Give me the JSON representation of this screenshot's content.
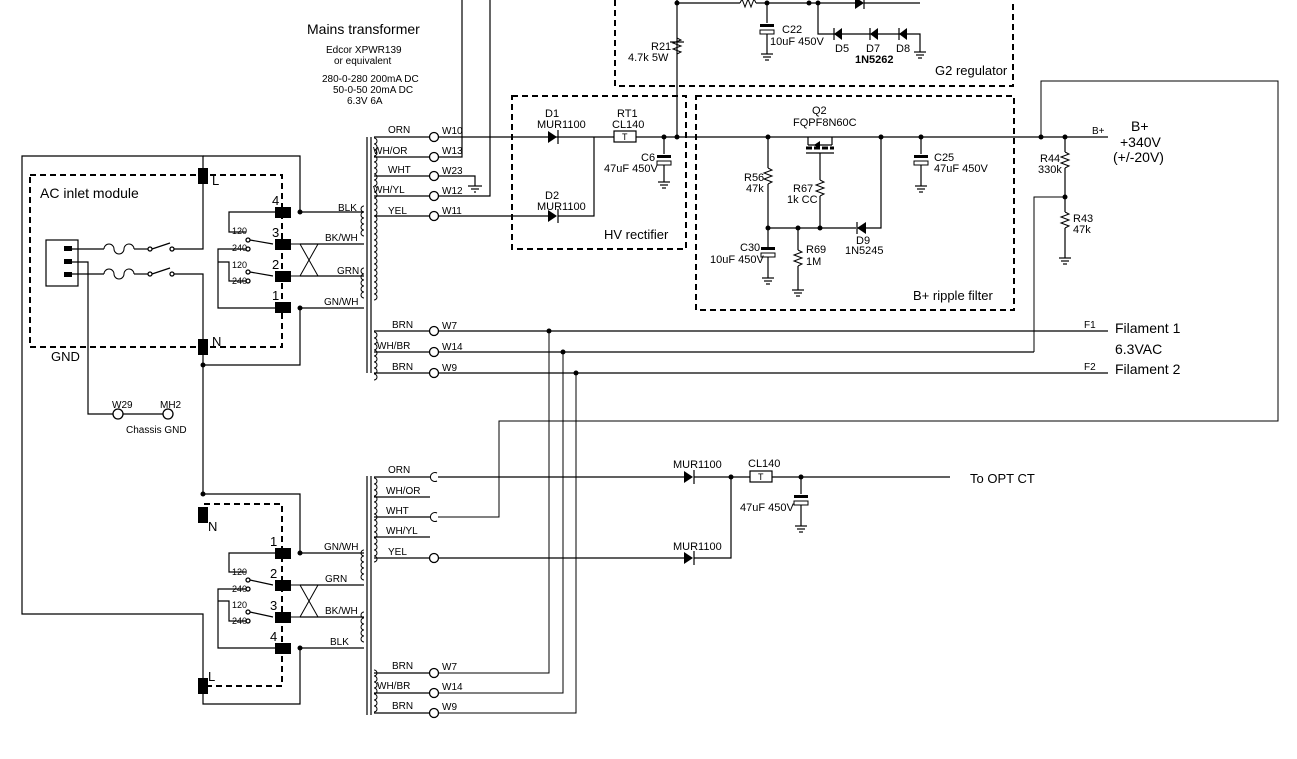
{
  "transformer": {
    "title": "Mains transformer",
    "model": "Edcor XPWR139",
    "equiv": "or equivalent",
    "spec1": "280-0-280 200mA DC",
    "spec2": "50-0-50 20mA DC",
    "spec3": "6.3V 6A"
  },
  "blocks": {
    "ac_inlet": "AC inlet module",
    "hv_rectifier": "HV rectifier",
    "g2_regulator": "G2 regulator",
    "ripple_filter": "B+ ripple filter"
  },
  "inlet": {
    "l": "L",
    "n": "N",
    "gnd": "GND",
    "w29": "W29",
    "mh2": "MH2",
    "chassis_gnd": "Chassis GND",
    "v120": "120",
    "v240": "240",
    "p1": "1",
    "p2": "2",
    "p3": "3",
    "p4": "4"
  },
  "wires": {
    "orn": "ORN",
    "wh_or": "WH/OR",
    "wht": "WHT",
    "wh_yl": "WH/YL",
    "yel": "YEL",
    "blk": "BLK",
    "bk_wh": "BK/WH",
    "grn": "GRN",
    "gn_wh": "GN/WH",
    "brn": "BRN",
    "wh_br": "WH/BR",
    "w10": "W10",
    "w13": "W13",
    "w23": "W23",
    "w12": "W12",
    "w11": "W11",
    "w7": "W7",
    "w14": "W14",
    "w9": "W9"
  },
  "parts": {
    "d1": "D1",
    "d1v": "MUR1100",
    "d2": "D2",
    "d2v": "MUR1100",
    "rt1": "RT1",
    "rt1v": "CL140",
    "c6": "C6",
    "c6v": "47uF 450V",
    "r21": "R21",
    "r21v": "4.7k 5W",
    "c22": "C22",
    "c22v": "10uF 450V",
    "d5": "D5",
    "d7": "D7",
    "d8": "D8",
    "zener": "1N5262",
    "q2": "Q2",
    "q2v": "FQPF8N60C",
    "c25": "C25",
    "c25v": "47uF 450V",
    "r56": "R56",
    "r56v": "47k",
    "r67": "R67",
    "r67v": "1k CC",
    "c30": "C30",
    "c30v": "10uF 450V",
    "r69": "R69",
    "r69v": "1M",
    "d9": "D9",
    "d9v": "1N5245",
    "r44": "R44",
    "r44v": "330k",
    "r43": "R43",
    "r43v": "47k",
    "t_mark": "T"
  },
  "outputs": {
    "bplus_net": "B+",
    "bplus": "B+",
    "bplus_v": "+340V",
    "bplus_tol": "(+/-20V)",
    "f1": "F1",
    "f2": "F2",
    "fil1": "Filament 1",
    "fil_v": "6.3VAC",
    "fil2": "Filament 2"
  },
  "lower": {
    "d_top": "MUR1100",
    "d_bot": "MUR1100",
    "cl": "CL140",
    "cap": "47uF 450V",
    "to_opt": "To OPT CT"
  }
}
